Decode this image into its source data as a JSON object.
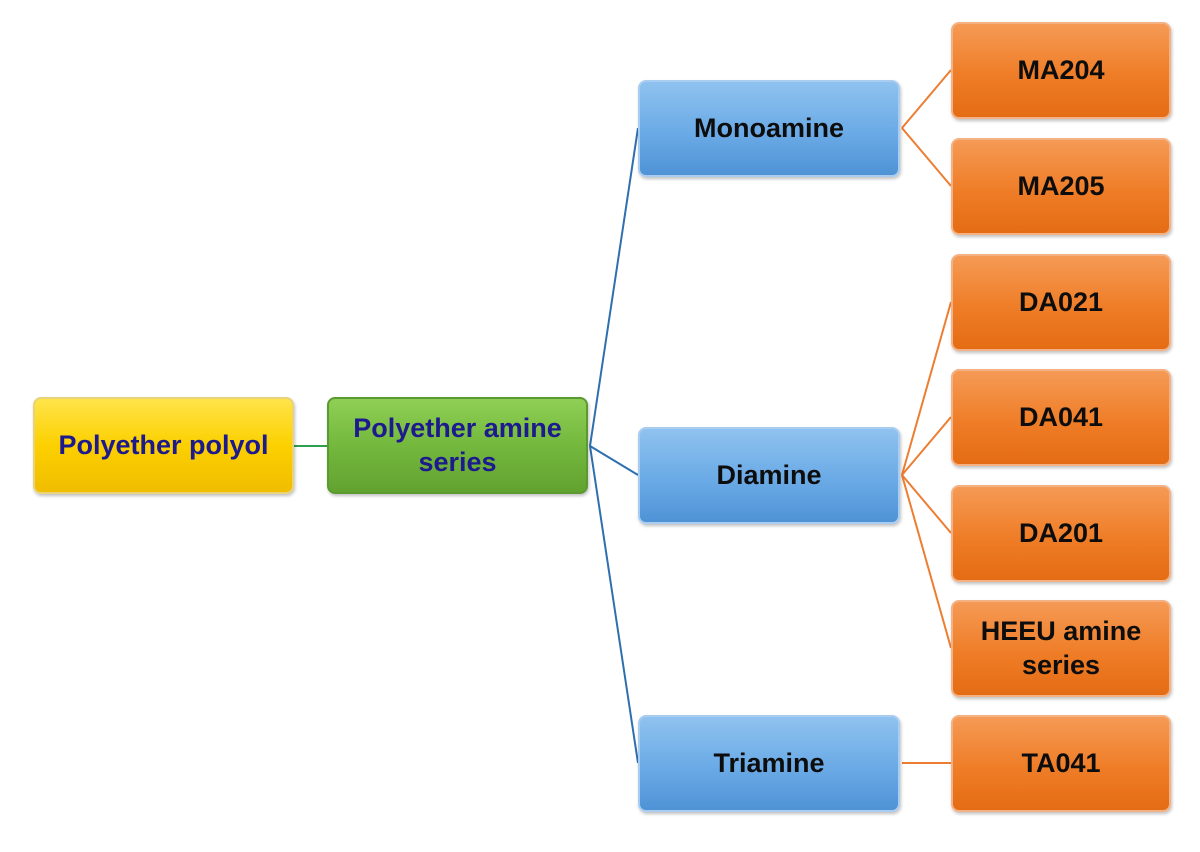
{
  "diagram": {
    "root": {
      "label": "Polyether polyol"
    },
    "series": {
      "label_line1": "Polyether amine",
      "label_line2": "series"
    },
    "categories": [
      {
        "label": "Monoamine"
      },
      {
        "label": "Diamine"
      },
      {
        "label": "Triamine"
      }
    ],
    "products": [
      {
        "label_line1": "MA204",
        "label_line2": ""
      },
      {
        "label_line1": "MA205",
        "label_line2": ""
      },
      {
        "label_line1": "DA021",
        "label_line2": ""
      },
      {
        "label_line1": "DA041",
        "label_line2": ""
      },
      {
        "label_line1": "DA201",
        "label_line2": ""
      },
      {
        "label_line1": "HEEU amine",
        "label_line2": "series"
      },
      {
        "label_line1": "TA041",
        "label_line2": ""
      }
    ],
    "colors": {
      "root_fill": "#fcd000",
      "series_fill": "#74b83e",
      "category_fill": "#6aaae6",
      "product_fill": "#ef7d27",
      "label_text_dark_blue": "#1c1a8c",
      "label_text_black": "#0d0d0d",
      "connector_green": "#2e9e4f",
      "connector_blue": "#2e6fb0",
      "connector_orange": "#ed7d31"
    }
  }
}
